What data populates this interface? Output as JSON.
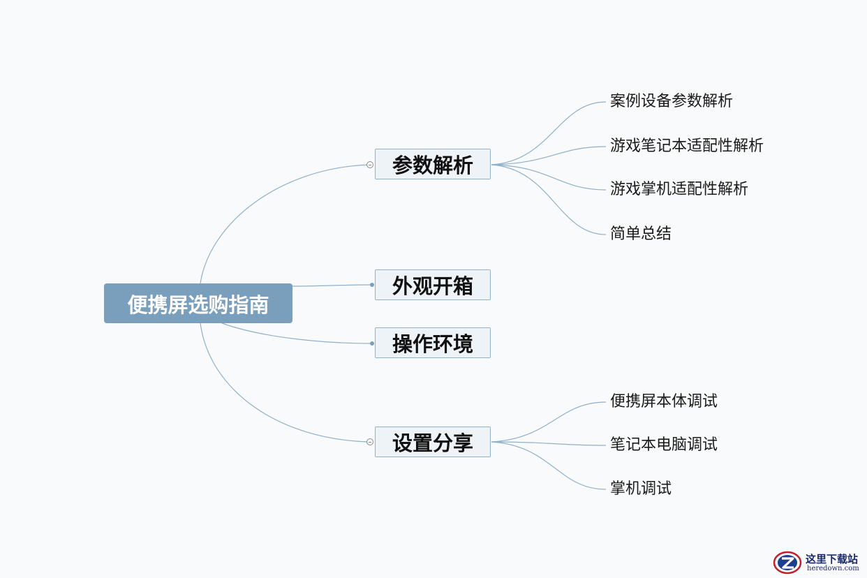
{
  "root": {
    "label": "便携屏选购指南"
  },
  "branches": [
    {
      "label": "参数解析",
      "collapsible": true,
      "children": [
        "案例设备参数解析",
        "游戏笔记本适配性解析",
        "游戏掌机适配性解析",
        "简单总结"
      ]
    },
    {
      "label": "外观开箱",
      "collapsible": false,
      "children": []
    },
    {
      "label": "操作环境",
      "collapsible": false,
      "children": []
    },
    {
      "label": "设置分享",
      "collapsible": true,
      "children": [
        "便携屏本体调试",
        "笔记本电脑调试",
        "掌机调试"
      ]
    }
  ],
  "colors": {
    "connector": "#8fb0c9",
    "root_fill": "#7a9fbd",
    "topic_fill": "#eef3f8",
    "topic_border": "#93b3cd",
    "background": "#f9fafb"
  },
  "watermark": {
    "title": "这里下载站",
    "url": "heredown.com"
  }
}
